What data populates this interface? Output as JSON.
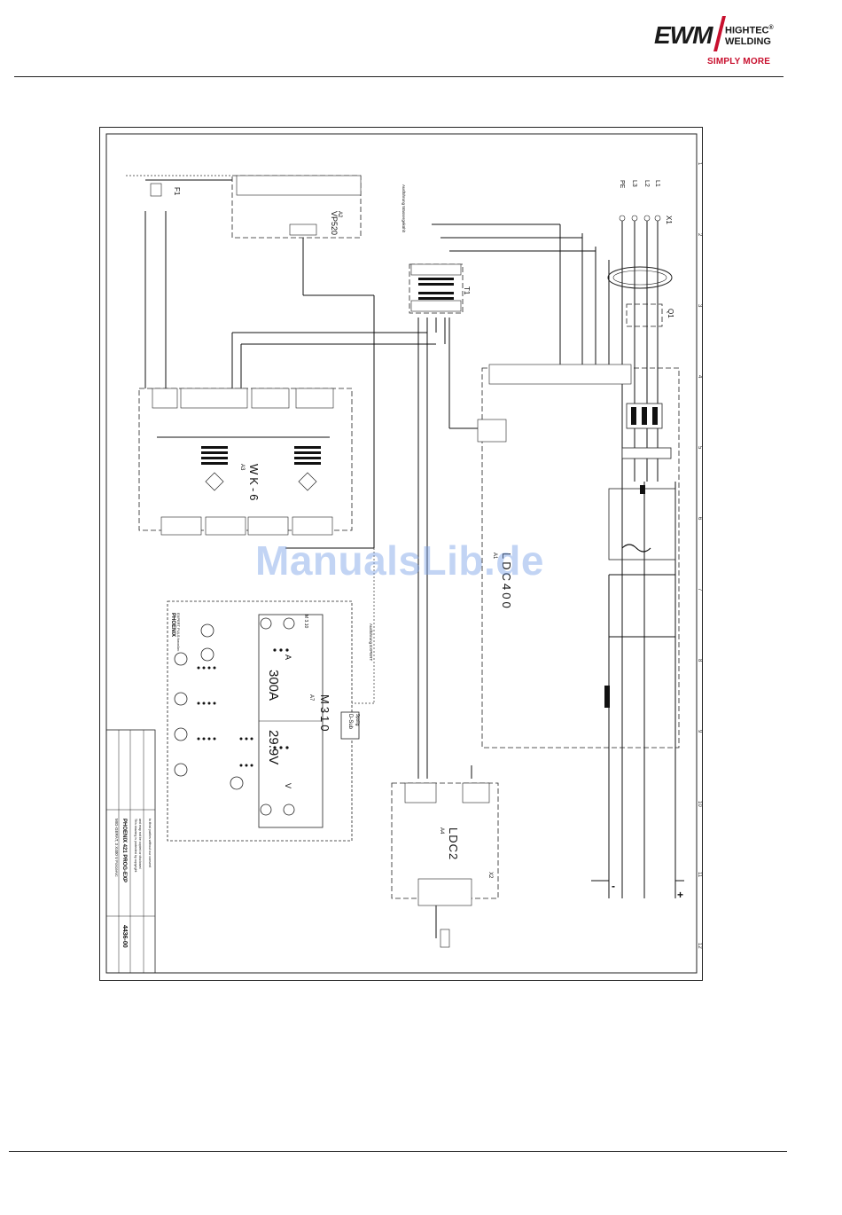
{
  "brand": {
    "name": "EWM",
    "sub_line1": "HIGHTEC",
    "sub_line2": "WELDING",
    "registered": "®",
    "tagline": "SIMPLY MORE"
  },
  "watermark": "ManualsLib.de",
  "diagram": {
    "modules": {
      "ldc400": "LDC400",
      "ldc400_ref": "A1",
      "wk6": "WK-6",
      "wk6_ref": "A3",
      "m310": "M310",
      "m310_ref": "A7",
      "ldc2": "LDC2",
      "ldc2_ref": "A4",
      "vp520": "VP520",
      "vp520_ref": "A2",
      "t1": "T1",
      "f1": "F1",
      "x1": "X1",
      "q1": "Q1",
      "x2": "X2",
      "dsub": "D-Sub",
      "dsub_sub": "9polig",
      "ausfuehrung_expert": "Ausführung EXPERT",
      "ausfuehrung_wasser": "Ausführung Wassergekühlt"
    },
    "mains": [
      "PE",
      "L3",
      "L2",
      "L1"
    ],
    "output": {
      "minus": "-",
      "plus": "+"
    },
    "panel": {
      "current_readout": "300A",
      "voltage_readout": "29.9V",
      "unit_a": "A",
      "unit_v": "V",
      "model": "M 3.10",
      "brand": "PHOENIX",
      "brand_sub": "EXPERT PULS forceArc"
    },
    "grid_numbers": [
      "1",
      "2",
      "3",
      "4",
      "5",
      "6",
      "7",
      "8",
      "9",
      "10",
      "11",
      "12"
    ],
    "title_block": {
      "product": "PHOENIX 421 PROG-EXP",
      "subtitle": "MIG-GERÄT, 3 X400 V ForceArc",
      "drawing_number": "4436-00",
      "copyright_l1": "This drawing is protected by copyright",
      "copyright_l2": "and may not be copied or disclosed",
      "copyright_l3": "to third parties without our consent"
    }
  }
}
